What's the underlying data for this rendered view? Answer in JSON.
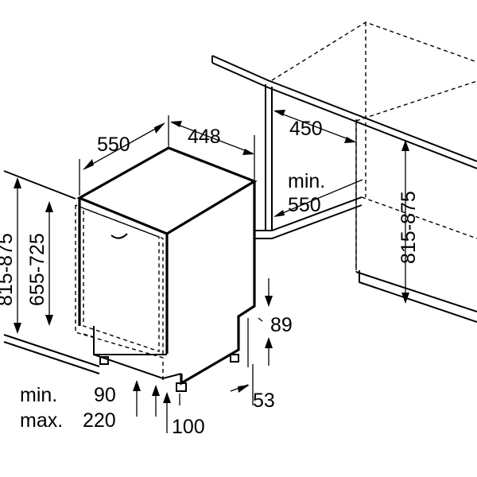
{
  "labels": {
    "width": "550",
    "depth_top": "448",
    "niche_depth": "450",
    "niche_min": "min.",
    "niche_min_val": "550",
    "niche_height": "815-875",
    "height_total": "815-875",
    "height_door": "655-725",
    "plinth_89": "89",
    "plinth_53": "53",
    "min_label": "min.",
    "min_val": "90",
    "max_label": "max.",
    "max_val": "220",
    "depth_100": "100"
  }
}
